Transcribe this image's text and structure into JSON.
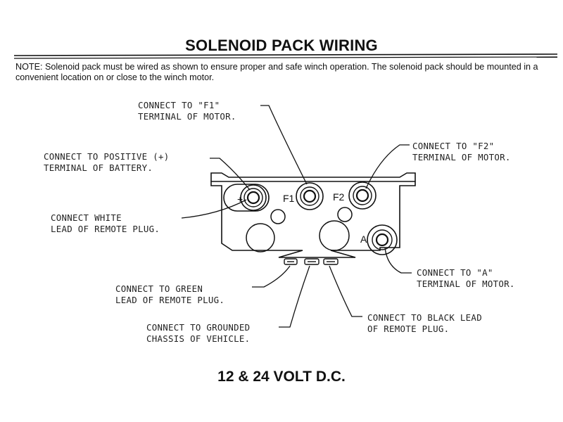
{
  "title": "SOLENOID PACK WIRING",
  "note": "NOTE: Solenoid pack must be wired as shown to ensure proper and safe winch operation. The solenoid pack should be mounted in a convenient location on or close to the winch motor.",
  "callouts": {
    "f1": [
      "CONNECT TO \"F1\"",
      "TERMINAL OF MOTOR."
    ],
    "positive": [
      "CONNECT TO POSITIVE (+)",
      "TERMINAL OF BATTERY."
    ],
    "f2": [
      "CONNECT TO \"F2\"",
      "TERMINAL OF MOTOR."
    ],
    "white": [
      "CONNECT WHITE",
      "LEAD OF REMOTE PLUG."
    ],
    "a": [
      "CONNECT TO \"A\"",
      "TERMINAL OF MOTOR."
    ],
    "green": [
      "CONNECT TO GREEN",
      "LEAD OF REMOTE PLUG."
    ],
    "black": [
      "CONNECT TO BLACK LEAD",
      "OF REMOTE PLUG."
    ],
    "ground": [
      "CONNECT TO GROUNDED",
      "CHASSIS OF VEHICLE."
    ]
  },
  "terminal_labels": {
    "plus": "+",
    "f1": "F1",
    "f2": "F2",
    "a": "A"
  },
  "footer": "12 & 24 VOLT D.C."
}
